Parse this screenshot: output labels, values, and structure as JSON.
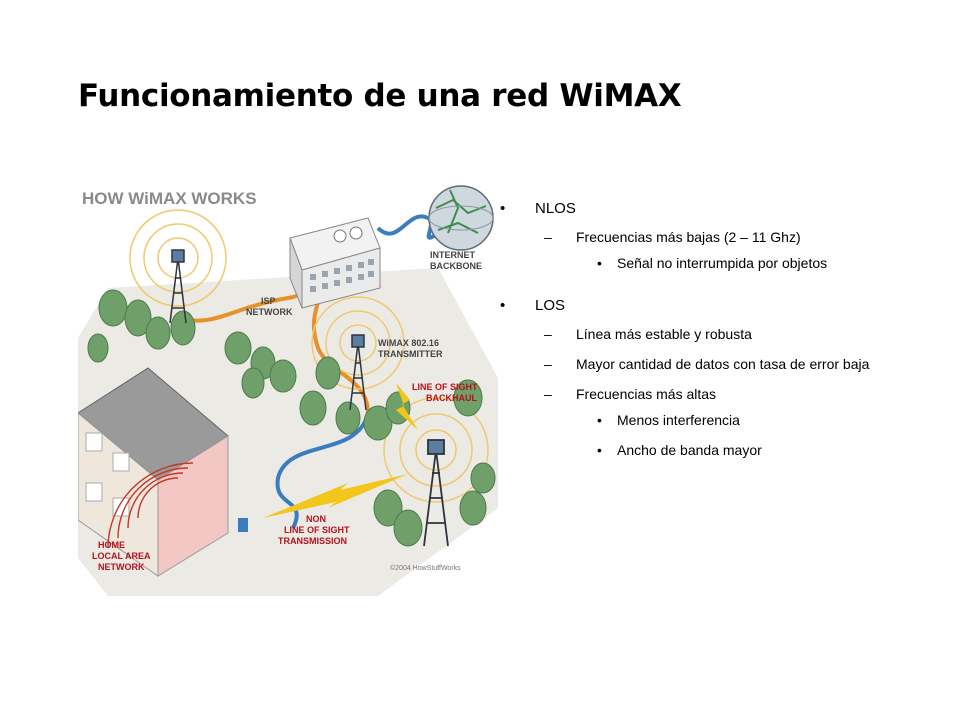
{
  "slide": {
    "title": "Funcionamiento de una red WiMAX"
  },
  "illustration": {
    "heading": "HOW WiMAX WORKS",
    "labels": {
      "internet_1": "INTERNET",
      "internet_2": "BACKBONE",
      "isp_1": "ISP",
      "isp_2": "NETWORK",
      "wimax_1": "WiMAX 802.16",
      "wimax_2": "TRANSMITTER",
      "los_1": "LINE OF SIGHT",
      "los_2": "BACKHAUL",
      "nlos_1": "NON",
      "nlos_2": "LINE OF SIGHT",
      "nlos_3": "TRANSMISSION",
      "home_1": "HOME",
      "home_2": "LOCAL AREA",
      "home_3": "NETWORK",
      "copyright": "©2004 HowStuffWorks"
    }
  },
  "bullets": [
    {
      "text": "NLOS",
      "children": [
        {
          "text": "Frecuencias más bajas (2 – 11 Ghz)",
          "children": [
            "Señal no interrumpida por objetos"
          ]
        }
      ]
    },
    {
      "text": "LOS",
      "children": [
        {
          "text": "Línea más estable y robusta",
          "children": []
        },
        {
          "text": "Mayor cantidad de datos con tasa de error baja",
          "children": []
        },
        {
          "text": "Frecuencias más altas",
          "children": [
            "Menos interferencia",
            "Ancho de banda mayor"
          ]
        }
      ]
    }
  ],
  "colors": {
    "heading_gray": "#8a8a8a",
    "label_red": "#b5121b",
    "label_dark": "#444444",
    "cable_orange": "#e8902a",
    "cable_blue": "#3a7cc0",
    "lightning_yellow": "#f2c61a",
    "tree_green": "#6fa06a",
    "ground": "#e9e6df"
  }
}
